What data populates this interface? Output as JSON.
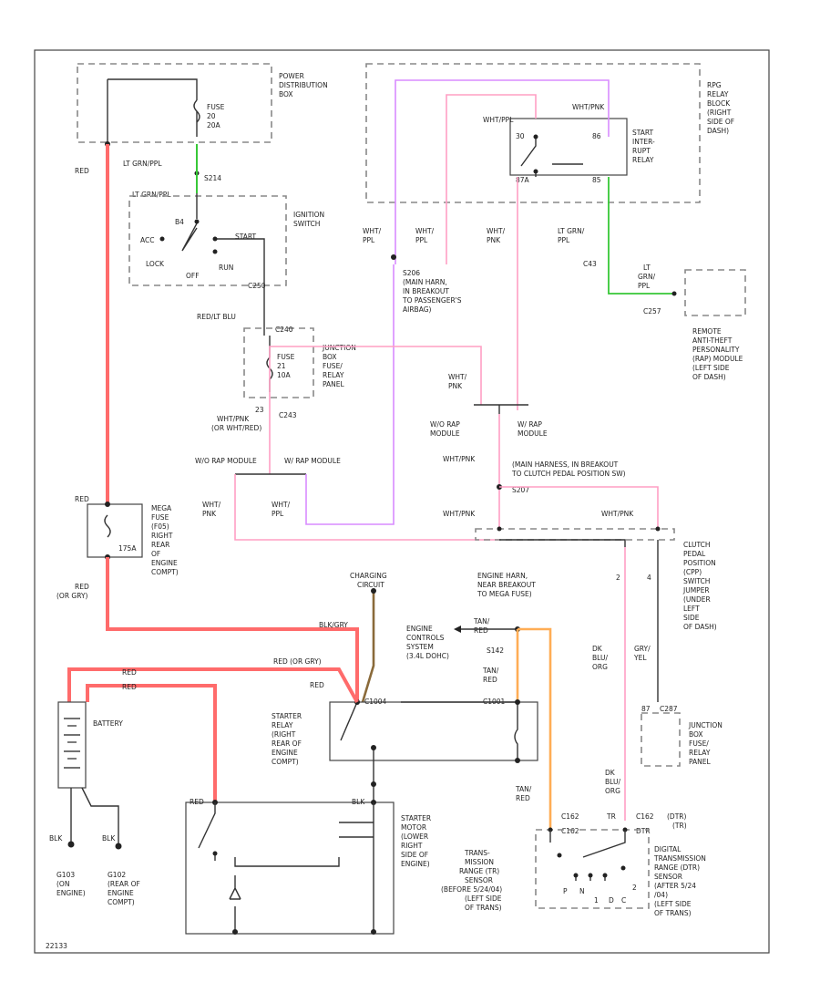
{
  "colors": {
    "red": "#ff6b6b",
    "pink": "#ff9fc4",
    "violet": "#d98cff",
    "green": "#37c837",
    "orange": "#ffad55",
    "brown": "#8a6a3a",
    "black": "#222222"
  },
  "labels": {
    "power_dist": [
      "POWER",
      "DISTRIBUTION",
      "BOX"
    ],
    "fuse_20": [
      "FUSE",
      "20",
      "20A"
    ],
    "red_wire": "RED",
    "lt_grn_pnl": "LT GRN/PPL",
    "s214": "S214",
    "lt_grn_ppl_2": "LT GRN/PPL",
    "ignition_switch": [
      "IGNITION",
      "SWITCH"
    ],
    "b4": "B4",
    "acc": "ACC",
    "start": "START",
    "lock": "LOCK",
    "off": "OFF",
    "run": "RUN",
    "c250": "C250",
    "red_lt_blu": "RED/LT BLU",
    "c240": "C240",
    "fuse_jb": [
      "FUSE",
      "21",
      "10A"
    ],
    "junction_box_1": [
      "JUNCTION",
      "BOX",
      "FUSE/",
      "RELAY",
      "PANEL"
    ],
    "c243": "C243",
    "wht_pnk_red": [
      "23",
      "WHT/PNK",
      "(OR WHT/RED)"
    ],
    "wo_rap_module_1": "W/O RAP MODULE",
    "w_rap_module_1": "W/ RAP MODULE",
    "wht_pnk_a": [
      "WHT/",
      "PNK"
    ],
    "wht_ppl_a": [
      "WHT/",
      "PPL"
    ],
    "mega_fuse": [
      "MEGA",
      "FUSE",
      "(F05)",
      "RIGHT",
      "REAR",
      "OF",
      "ENGINE",
      "COMPT)"
    ],
    "f05_175a": "175A",
    "red_or_grn": [
      "RED",
      "(OR GRY)"
    ],
    "rpg_relay": [
      "RPG",
      "RELAY",
      "BLOCK",
      "(RIGHT",
      "SIDE OF",
      "DASH)"
    ],
    "start_relay": [
      "START",
      "INTER-",
      "RUPT",
      "RELAY"
    ],
    "wht_ppl_top": "WHT/PPL",
    "wht_pnk_top": "WHT/PNK",
    "relay_30": "30",
    "relay_86": "86",
    "relay_87a": "87A",
    "relay_85": "85",
    "wht_ppl_b": [
      "WHT/",
      "PPL"
    ],
    "wht_ppl_c": [
      "WHT/",
      "PPL"
    ],
    "wht_pnk_b": [
      "WHT/",
      "PNK"
    ],
    "lt_grn_ppl_3": [
      "LT GRN/",
      "PPL"
    ],
    "s_206": [
      "S206",
      "(MAIN HARN,",
      "IN BREAKOUT",
      "TO PASSENGER'S",
      "AIRBAG)"
    ],
    "c243_top": "C43",
    "lt_grn_ppl_4": [
      "LT",
      "GRN/",
      "PPL"
    ],
    "c257": "C257",
    "remote_anti_theft": [
      "REMOTE",
      "ANTI-THEFT",
      "PERSONALITY",
      "(RAP) MODULE",
      "(LEFT SIDE",
      "OF DASH)"
    ],
    "wht_pnk_c": [
      "WHT/",
      "PNK"
    ],
    "wo_rap_module_2": [
      "W/O RAP",
      "MODULE"
    ],
    "w_rap_module_2": [
      "W/ RAP",
      "MODULE"
    ],
    "wht_pnk_d": "WHT/PNK",
    "s_main_harness": [
      "(MAIN HARNESS, IN BREAKOUT",
      "TO CLUTCH PEDAL POSITION SW)"
    ],
    "s207": "S207",
    "wht_pnk_e": "WHT/PNK",
    "wht_pnk_f": "WHT/PNK",
    "clutch_pedal": [
      "CLUTCH",
      "PEDAL",
      "POSITION",
      "(CPP)",
      "SWITCH",
      "JUMPER",
      "(UNDER",
      "LEFT",
      "SIDE",
      "OF DASH)"
    ],
    "charging_circuit": [
      "CHARGING",
      "CIRCUIT"
    ],
    "engine_harn": [
      "ENGINE HARN,",
      "NEAR BREAKOUT",
      "TO MEGA FUSE)"
    ],
    "blk_gry": "BLK/GRY",
    "engine_controls": [
      "ENGINE",
      "CONTROLS",
      "SYSTEM",
      "(3.4L DOHC)"
    ],
    "tan_red_a": [
      "TAN/",
      "RED"
    ],
    "s142": "S142",
    "tan_red_b": [
      "TAN/",
      "RED"
    ],
    "c1001": "C1001",
    "dk_blu_org_a": [
      "DK",
      "BLU/",
      "ORG"
    ],
    "gry_yel": [
      "GRY/",
      "YEL"
    ],
    "c287": "C287",
    "junction_box_2": [
      "JUNCTION",
      "BOX",
      "FUSE/",
      "RELAY",
      "PANEL"
    ],
    "num_2": "2",
    "num_4": "4",
    "num_87": "87",
    "red_or_grn_b": "RED (OR GRY)",
    "red_a": "RED",
    "red_b": "RED",
    "red_c": "RED",
    "c1004": "C1004",
    "starter_relay": [
      "STARTER",
      "RELAY",
      "(RIGHT",
      "REAR OF",
      "ENGINE",
      "COMPT)"
    ],
    "battery": "BATTERY",
    "red_d": "RED",
    "blk_a": "BLK",
    "starter_motor": [
      "STARTER",
      "MOTOR",
      "(LOWER",
      "RIGHT",
      "SIDE OF",
      "ENGINE)"
    ],
    "blk_b": "BLK",
    "blk_c": "BLK",
    "g103": [
      "G103",
      "(ON",
      "ENGINE)"
    ],
    "g102": [
      "G102",
      "(REAR OF",
      "ENGINE",
      "COMPT)"
    ],
    "tan_red_c": [
      "TAN/",
      "RED"
    ],
    "dk_blu_org_b": [
      "DK",
      "BLU/",
      "ORG"
    ],
    "c162_a": "C162",
    "c162_b": "C162",
    "tr_label": "TR",
    "c162_c": "C162",
    "dtr": [
      "(DTR)",
      "(TR)"
    ],
    "dtr_b": "DTR",
    "trans_range": [
      "TRANS-",
      "MISSION",
      "RANGE (TR)",
      "SENSOR",
      "(BEFORE 5/24/04)",
      "(LEFT SIDE",
      "OF TRANS)"
    ],
    "digital_trans": [
      "DIGITAL",
      "TRANSMISSION",
      "RANGE (DTR)",
      "SENSOR",
      "(AFTER 5/24",
      "/04)",
      "(LEFT SIDE",
      "OF TRANS)"
    ],
    "page_code": "22133",
    "tr_terms": [
      "P",
      "N",
      "1",
      "2",
      "D",
      "C"
    ]
  }
}
